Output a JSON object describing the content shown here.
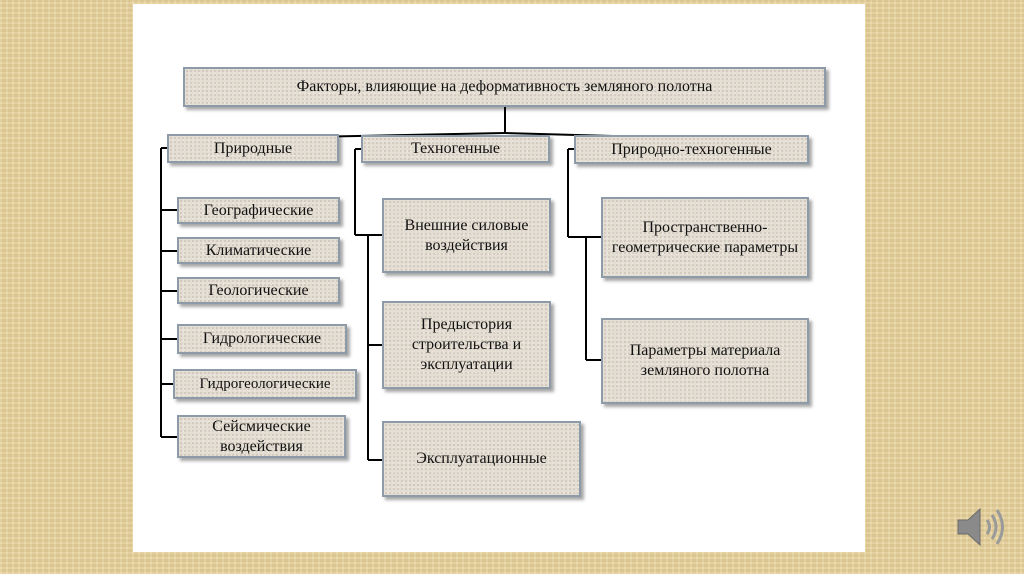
{
  "diagram": {
    "root": "Факторы, влияющие на деформативность земляного полотна",
    "categories": [
      {
        "label": "Природные",
        "items": [
          "Географические",
          "Климатические",
          "Геологические",
          "Гидрологические",
          "Гидрогеологические",
          "Сейсмические воздействия"
        ]
      },
      {
        "label": "Техногенные",
        "items": [
          "Внешние силовые воздействия",
          "Предыстория строительства и эксплуатации",
          "Эксплуатационные"
        ]
      },
      {
        "label": "Природно-техногенные",
        "items": [
          "Пространственно-геометрические параметры",
          "Параметры материала земляного полотна"
        ]
      }
    ]
  },
  "colors": {
    "box_fill": "#e4ddd2",
    "box_border": "#8d9aa7",
    "line": "#000000",
    "slide_background": "#ffffff",
    "page_background": "#e8d29a"
  },
  "icons": {
    "speaker": "speaker-icon"
  }
}
